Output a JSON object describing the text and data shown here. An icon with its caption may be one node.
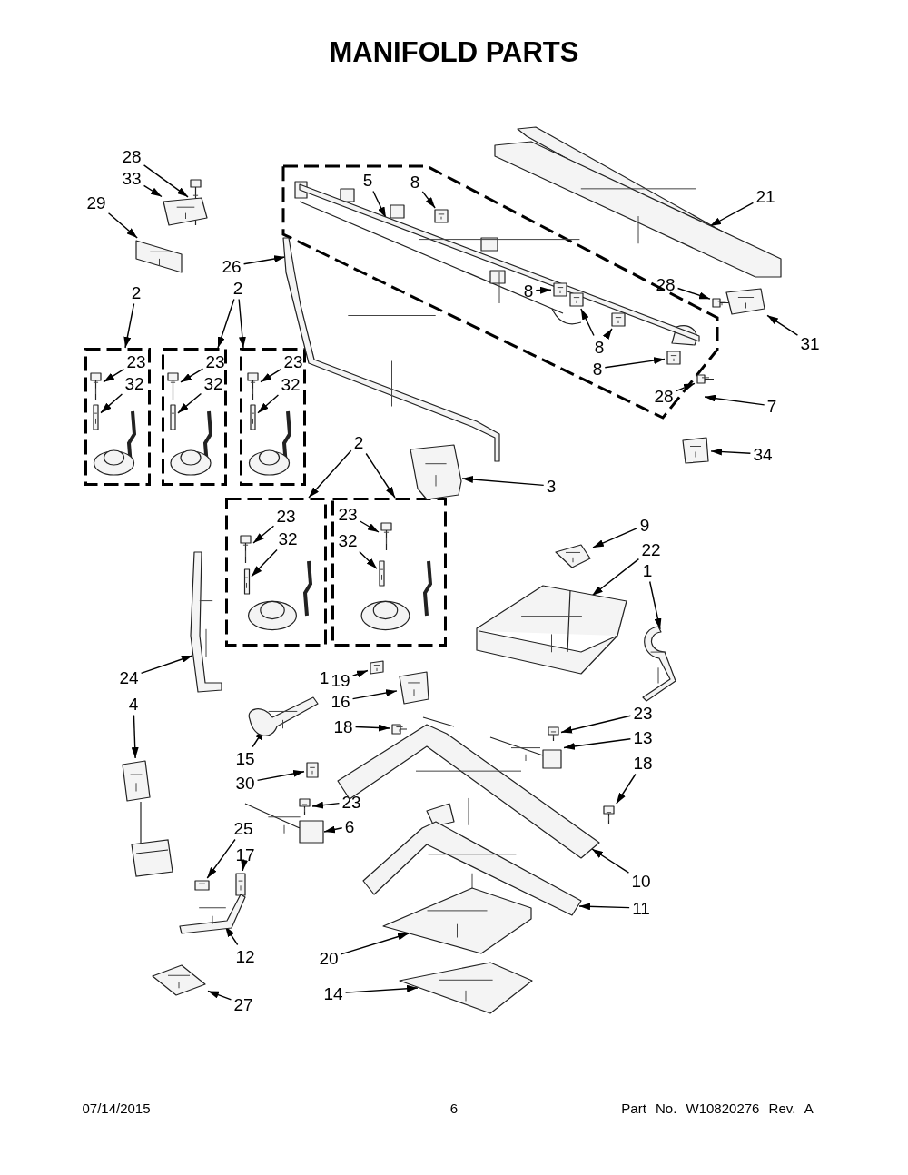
{
  "diagram": {
    "title": "MANIFOLD PARTS",
    "nodes": [
      {
        "text": [],
        "shape": "box"
      },
      {
        "text": [
          "28"
        ]
      },
      {
        "text": [
          "33"
        ]
      },
      {
        "text": [
          "29"
        ]
      },
      {
        "text": [
          "26"
        ]
      },
      {
        "text": [
          "5"
        ],
        "in": 0
      },
      {
        "text": [
          "8"
        ],
        "in": 0
      },
      {
        "text": [
          "21"
        ]
      },
      {
        "text": [
          "28"
        ]
      },
      {
        "text": [
          "31"
        ]
      },
      {
        "text": [
          "8"
        ],
        "in": 0
      },
      {
        "text": [
          "8"
        ],
        "in": 0
      },
      {
        "text": [
          "8"
        ],
        "in": 0
      },
      {
        "text": [
          "28"
        ],
        "in": 0
      },
      {
        "text": [
          "7"
        ]
      },
      {
        "text": [
          "2"
        ]
      },
      {
        "text": [
          "2"
        ]
      },
      {
        "text": [],
        "shape": "box"
      },
      {
        "text": [
          "23"
        ],
        "in": 17
      },
      {
        "text": [
          "32"
        ],
        "in": 17
      },
      {
        "text": [],
        "shape": "box"
      },
      {
        "text": [
          "23"
        ],
        "in": 20
      },
      {
        "text": [
          "32"
        ],
        "in": 20
      },
      {
        "text": [],
        "shape": "box"
      },
      {
        "text": [
          "23"
        ],
        "in": 23
      },
      {
        "text": [
          "32"
        ],
        "in": 23
      },
      {
        "text": [
          "34"
        ]
      },
      {
        "text": [
          "2"
        ]
      },
      {
        "text": [
          "3"
        ]
      },
      {
        "text": [],
        "shape": "box"
      },
      {
        "text": [
          "23"
        ],
        "in": 29
      },
      {
        "text": [
          "32"
        ],
        "in": 29
      },
      {
        "text": [],
        "shape": "box"
      },
      {
        "text": [
          "23"
        ],
        "in": 32
      },
      {
        "text": [
          "32"
        ],
        "in": 32
      },
      {
        "text": [
          "9"
        ]
      },
      {
        "text": [
          "22"
        ]
      },
      {
        "text": [
          "1"
        ]
      },
      {
        "text": [
          "24"
        ]
      },
      {
        "text": [
          "19"
        ]
      },
      {
        "text": [
          "16"
        ]
      },
      {
        "text": [
          "4"
        ]
      },
      {
        "text": [
          "18"
        ]
      },
      {
        "text": [
          "15"
        ]
      },
      {
        "text": [
          "23"
        ]
      },
      {
        "text": [
          "13"
        ]
      },
      {
        "text": [
          "30"
        ]
      },
      {
        "text": [
          "18"
        ]
      },
      {
        "text": [
          "23"
        ]
      },
      {
        "text": [
          "6"
        ]
      },
      {
        "text": [
          "25"
        ]
      },
      {
        "text": [
          "17"
        ]
      },
      {
        "text": [
          "10"
        ]
      },
      {
        "text": [
          "11"
        ]
      },
      {
        "text": [
          "12"
        ]
      },
      {
        "text": [
          "20"
        ]
      },
      {
        "text": [
          "27"
        ]
      },
      {
        "text": [
          "14"
        ]
      },
      {
        "text": [],
        "shape": "picture"
      },
      {
        "text": [],
        "shape": "picture"
      },
      {
        "text": [],
        "shape": "picture"
      },
      {
        "text": [],
        "shape": "picture"
      },
      {
        "text": [],
        "shape": "picture",
        "in": 0
      },
      {
        "text": [],
        "shape": "picture",
        "in": 0
      },
      {
        "text": [],
        "shape": "picture"
      },
      {
        "text": [],
        "shape": "picture"
      },
      {
        "text": [],
        "shape": "picture"
      },
      {
        "text": [],
        "shape": "picture",
        "in": 0
      },
      {
        "text": [],
        "shape": "picture",
        "in": 0
      },
      {
        "text": [],
        "shape": "picture",
        "in": 0
      },
      {
        "text": [],
        "shape": "picture",
        "in": 0
      },
      {
        "text": [],
        "shape": "picture",
        "in": 0
      },
      {
        "text": [],
        "shape": "picture",
        "in": 17
      },
      {
        "text": [],
        "shape": "picture",
        "in": 17
      },
      {
        "text": [],
        "shape": "picture",
        "in": 20
      },
      {
        "text": [],
        "shape": "picture",
        "in": 20
      },
      {
        "text": [],
        "shape": "picture",
        "in": 23
      },
      {
        "text": [],
        "shape": "picture",
        "in": 23
      },
      {
        "text": [],
        "shape": "picture"
      },
      {
        "text": [],
        "shape": "picture"
      },
      {
        "text": [],
        "shape": "picture",
        "in": 29
      },
      {
        "text": [],
        "shape": "picture",
        "in": 29
      },
      {
        "text": [],
        "shape": "picture",
        "in": 32
      },
      {
        "text": [],
        "shape": "picture",
        "in": 32
      },
      {
        "text": [],
        "shape": "picture"
      },
      {
        "text": [],
        "shape": "picture"
      },
      {
        "text": [],
        "shape": "picture"
      },
      {
        "text": [],
        "shape": "picture"
      },
      {
        "text": [],
        "shape": "picture"
      },
      {
        "text": [],
        "shape": "picture"
      },
      {
        "text": [],
        "shape": "picture"
      },
      {
        "text": [],
        "shape": "picture"
      },
      {
        "text": [],
        "shape": "picture"
      },
      {
        "text": [],
        "shape": "picture"
      },
      {
        "text": [],
        "shape": "picture"
      },
      {
        "text": [],
        "shape": "picture"
      },
      {
        "text": [],
        "shape": "picture"
      },
      {
        "text": [],
        "shape": "picture"
      },
      {
        "text": [],
        "shape": "picture"
      },
      {
        "text": [],
        "shape": "picture"
      },
      {
        "text": [],
        "shape": "picture"
      },
      {
        "text": [],
        "shape": "picture"
      },
      {
        "text": [],
        "shape": "picture"
      },
      {
        "text": [],
        "shape": "picture"
      },
      {
        "text": [],
        "shape": "picture"
      },
      {
        "text": [],
        "shape": "picture"
      },
      {
        "text": [],
        "shape": "picture"
      }
    ],
    "edges": [
      {
        "from": 1,
        "to": 58,
        "arrow": "to"
      },
      {
        "from": 2,
        "to": 59,
        "arrow": "to"
      },
      {
        "from": 3,
        "to": 60,
        "arrow": "to"
      },
      {
        "from": 4,
        "to": 61,
        "arrow": "to"
      },
      {
        "from": 5,
        "to": 62,
        "arrow": "to"
      },
      {
        "from": 6,
        "to": 63,
        "arrow": "to"
      },
      {
        "from": 7,
        "to": 64,
        "arrow": "to"
      },
      {
        "from": 8,
        "to": 65,
        "arrow": "to"
      },
      {
        "from": 9,
        "to": 66,
        "arrow": "to"
      },
      {
        "from": 10,
        "to": 67,
        "arrow": "to"
      },
      {
        "from": 11,
        "to": 68,
        "arrow": "to"
      },
      {
        "from": 11,
        "to": 69,
        "arrow": "to"
      },
      {
        "from": 12,
        "to": 70,
        "arrow": "to"
      },
      {
        "from": 13,
        "to": 71,
        "arrow": "to"
      },
      {
        "from": 14,
        "to": 0,
        "arrow": "to"
      },
      {
        "from": 15,
        "to": 17,
        "arrow": "to"
      },
      {
        "from": 16,
        "to": 20,
        "arrow": "to"
      },
      {
        "from": 16,
        "to": 23,
        "arrow": "to"
      },
      {
        "from": 18,
        "to": 72,
        "arrow": "to"
      },
      {
        "from": 19,
        "to": 73,
        "arrow": "to"
      },
      {
        "from": 21,
        "to": 74,
        "arrow": "to"
      },
      {
        "from": 22,
        "to": 75,
        "arrow": "to"
      },
      {
        "from": 24,
        "to": 76,
        "arrow": "to"
      },
      {
        "from": 25,
        "to": 77,
        "arrow": "to"
      },
      {
        "from": 26,
        "to": 78,
        "arrow": "to"
      },
      {
        "from": 27,
        "to": 29,
        "arrow": "to"
      },
      {
        "from": 27,
        "to": 32,
        "arrow": "to"
      },
      {
        "from": 28,
        "to": 79,
        "arrow": "to"
      },
      {
        "from": 30,
        "to": 80,
        "arrow": "to"
      },
      {
        "from": 31,
        "to": 81,
        "arrow": "to"
      },
      {
        "from": 33,
        "to": 82,
        "arrow": "to"
      },
      {
        "from": 34,
        "to": 83,
        "arrow": "to"
      },
      {
        "from": 35,
        "to": 84,
        "arrow": "to"
      },
      {
        "from": 36,
        "to": 85,
        "arrow": "to"
      },
      {
        "from": 37,
        "to": 86,
        "arrow": "to"
      },
      {
        "from": 38,
        "to": 87,
        "arrow": "to"
      },
      {
        "from": 39,
        "to": 88,
        "arrow": "to"
      },
      {
        "from": 40,
        "to": 89,
        "arrow": "to"
      },
      {
        "from": 41,
        "to": 90,
        "arrow": "to"
      },
      {
        "from": 42,
        "to": 91,
        "arrow": "to"
      },
      {
        "from": 43,
        "to": 92,
        "arrow": "to"
      },
      {
        "from": 44,
        "to": 93,
        "arrow": "to"
      },
      {
        "from": 45,
        "to": 94,
        "arrow": "to"
      },
      {
        "from": 46,
        "to": 95,
        "arrow": "to"
      },
      {
        "from": 47,
        "to": 96,
        "arrow": "to"
      },
      {
        "from": 48,
        "to": 97,
        "arrow": "to"
      },
      {
        "from": 49,
        "to": 98,
        "arrow": "to"
      },
      {
        "from": 50,
        "to": 99,
        "arrow": "to"
      },
      {
        "from": 51,
        "to": 100,
        "arrow": "to"
      },
      {
        "from": 52,
        "to": 101,
        "arrow": "to"
      },
      {
        "from": 53,
        "to": 102,
        "arrow": "to"
      },
      {
        "from": 54,
        "to": 103,
        "arrow": "to"
      },
      {
        "from": 55,
        "to": 104,
        "arrow": "to"
      },
      {
        "from": 56,
        "to": 105,
        "arrow": "to"
      },
      {
        "from": 57,
        "to": 106,
        "arrow": "to"
      }
    ],
    "labels": [
      "1",
      "07/14/2015",
      "6",
      "Part No. W10820276 Rev. A"
    ]
  }
}
